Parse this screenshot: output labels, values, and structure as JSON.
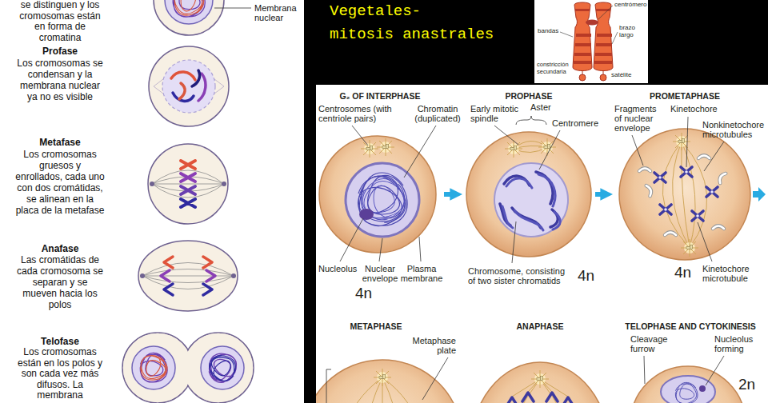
{
  "diagram": {
    "title": "Vegetales- mitosis anastrales",
    "nodes": [
      {
        "text": [
          "G₂ OF INTERPHASE"
        ]
      },
      {
        "text": [
          "PROPHASE"
        ]
      },
      {
        "text": [
          "PROMETAPHASE"
        ]
      },
      {
        "text": [
          "METAPHASE"
        ]
      },
      {
        "text": [
          "ANAPHASE"
        ]
      },
      {
        "text": [
          "TELOPHASE AND CYTOKINESIS"
        ]
      }
    ],
    "edges": [
      {
        "from": 0,
        "to": 1,
        "arrow": "to"
      },
      {
        "from": 1,
        "to": 2,
        "arrow": "to"
      }
    ],
    "labels": [
      "se distinguen y los cromosomas están en forma de cromatina",
      "Membrana nuclear",
      "Profase",
      "Los cromosomas se condensan y la membrana nuclear ya no es visible",
      "Metafase",
      "Los cromosomas gruesos y enrollados, cada uno con dos cromátidas, se alinean en la placa de la metafase",
      "Anafase",
      "Las cromátidas de cada cromosoma se separan y se mueven hacia los polos",
      "Telofase",
      "Los cromosomas están en los polos y son cada vez más difusos. La membrana",
      "centrómero",
      "bandas",
      "brazo largo",
      "constricción secundaria",
      "satélite",
      "Centrosomes (with centriole pairs)",
      "Chromatin (duplicated)",
      "Nucleolus",
      "Nuclear envelope",
      "Plasma membrane",
      "4n",
      "Early mitotic spindle",
      "Aster",
      "Centromere",
      "Chromosome, consisting of two sister chromatids",
      "4n",
      "Fragments of nuclear envelope",
      "Kinetochore",
      "Nonkinetochore microtubules",
      "Kinetochore microtubule",
      "4n",
      "Metaphase plate",
      "Cleavage furrow",
      "Nucleolus forming",
      "2n"
    ]
  }
}
